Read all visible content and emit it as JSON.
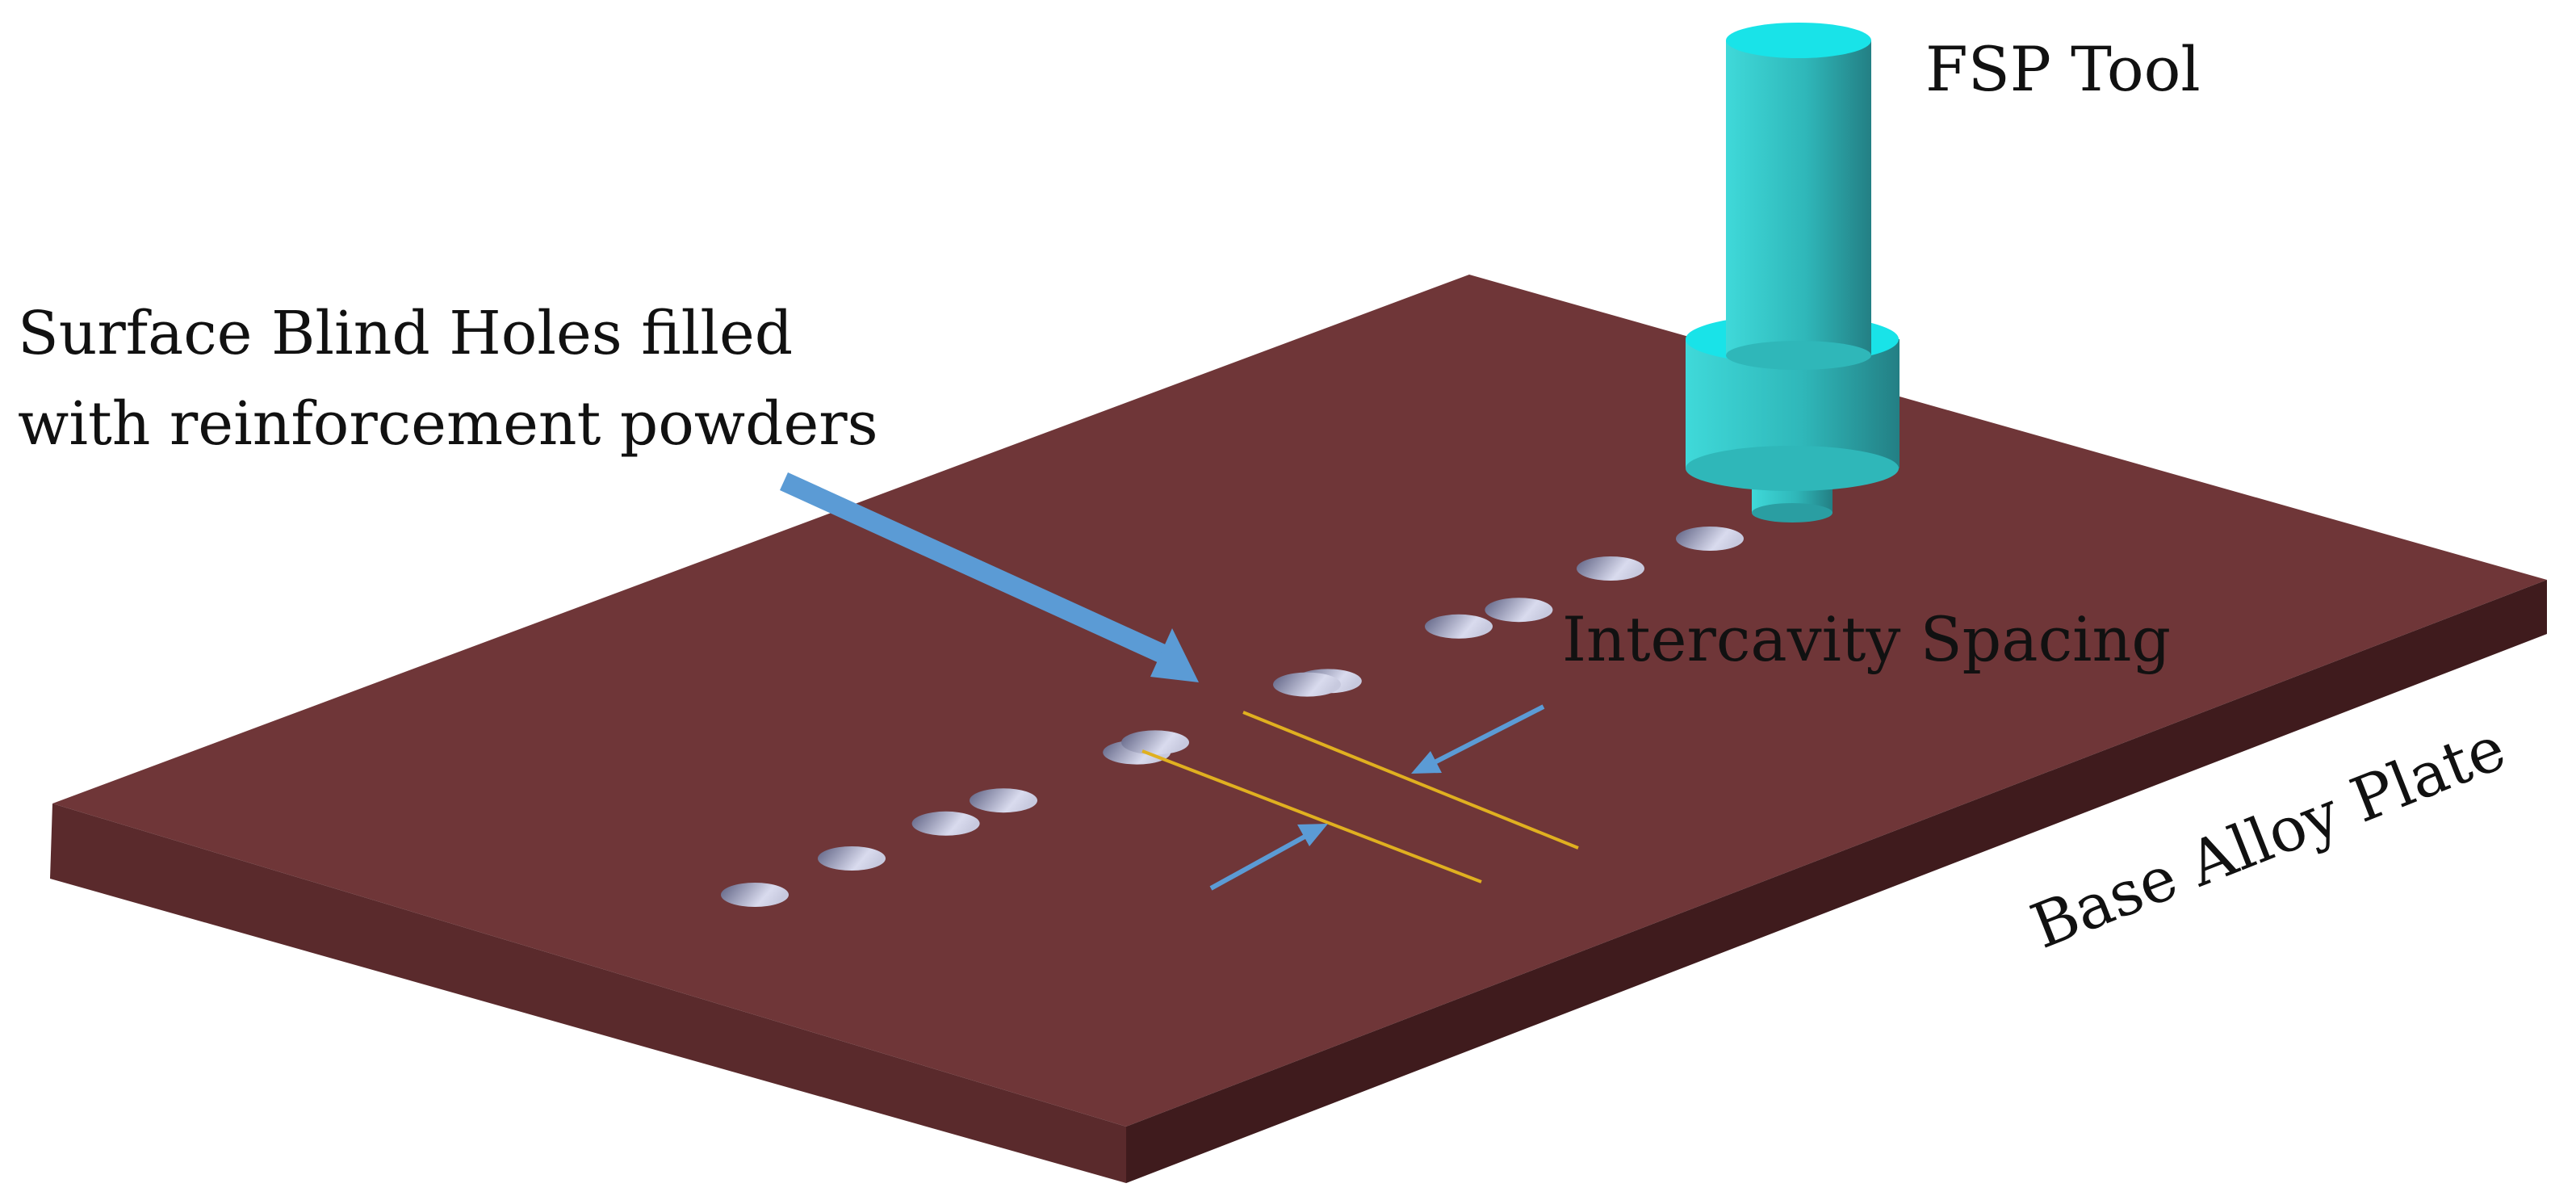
{
  "labels": {
    "tool": "FSP Tool",
    "holes_line1": "Surface Blind Holes filled",
    "holes_line2": "with reinforcement powders",
    "spacing": "Intercavity Spacing",
    "plate": "Base Alloy Plate"
  },
  "colors": {
    "background": "#ffffff",
    "plate_top": "#6f3638",
    "plate_front": "#5a2a2c",
    "plate_side": "#3f1b1d",
    "tool_light": "#3fd9d9",
    "tool_mid": "#2fb7b9",
    "tool_dark": "#237f84",
    "tool_top": "#19e3e8",
    "arrow": "#5b9bd5",
    "spacing_line": "#e0b020",
    "hole_light": "#d9dbee",
    "hole_dark": "#5b5e80"
  },
  "diagram": {
    "hole_count": 12
  }
}
